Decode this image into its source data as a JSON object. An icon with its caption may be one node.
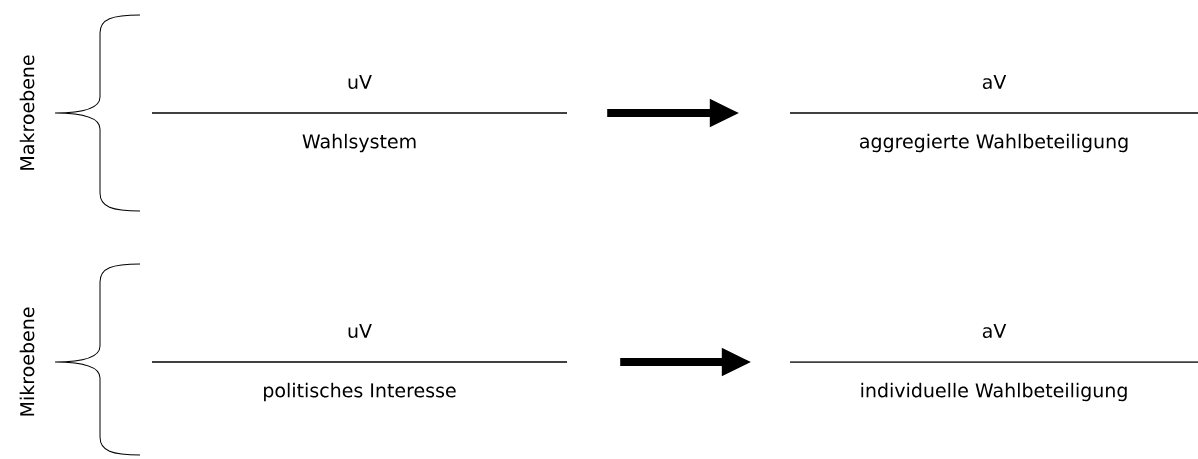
{
  "diagram": {
    "nodes": [
      {
        "text": [
          "uV",
          "Wahlsystem"
        ]
      },
      {
        "text": [
          "aV",
          "aggregierte Wahlbeteiligung"
        ]
      },
      {
        "text": [
          "uV",
          "politisches Interesse"
        ]
      },
      {
        "text": [
          "aV",
          "individuelle Wahlbeteiligung"
        ]
      }
    ],
    "edges": [
      {
        "from": 0,
        "to": 1,
        "arrow": "to"
      },
      {
        "from": 2,
        "to": 3,
        "arrow": "to"
      }
    ],
    "labels": [
      "Makroebene",
      "Mikroebene"
    ]
  }
}
